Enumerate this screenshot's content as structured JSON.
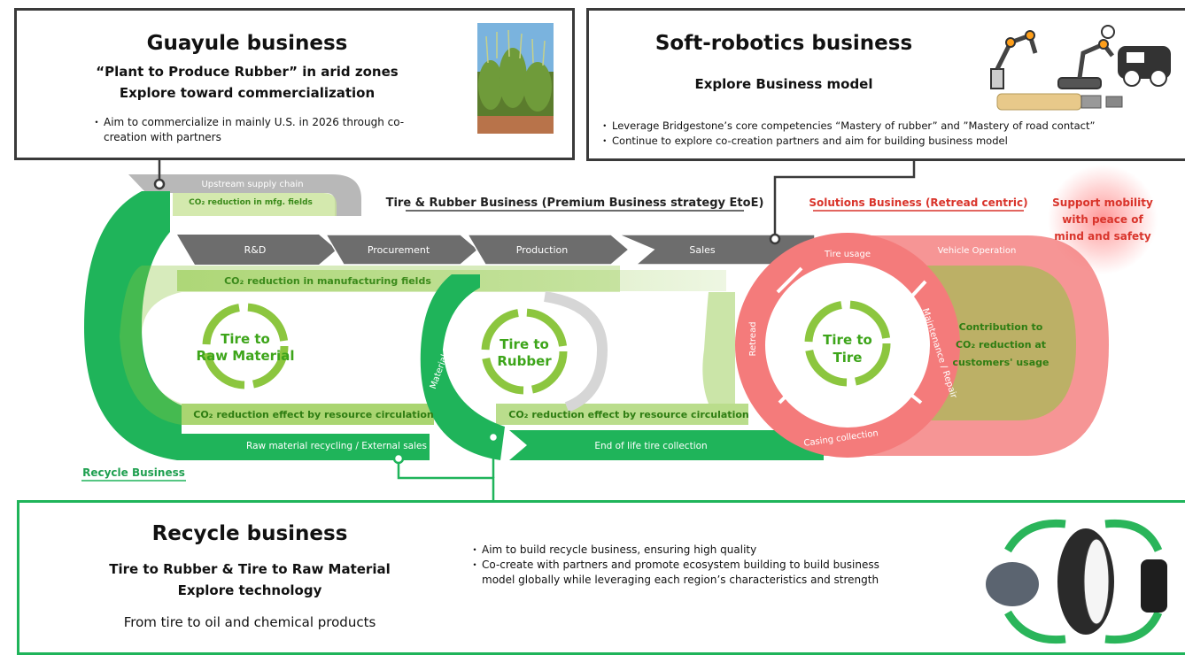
{
  "guayule": {
    "title": "Guayule business",
    "subtitle_1": "“Plant to Produce Rubber” in arid zones",
    "subtitle_2": "Explore toward commercialization",
    "bullet_1": "Aim to commercialize in mainly U.S. in 2026 through co-",
    "bullet_1b": "creation with partners",
    "image": "guayule-plant-photo"
  },
  "softrobotics": {
    "title": "Soft-robotics business",
    "subtitle": "Explore Business model",
    "bullet_1": "Leverage Bridgestone’s core competencies “Mastery of rubber” and ”Mastery of road contact”",
    "bullet_2": "Continue to explore co-creation partners and aim for building business model",
    "image": "robot-arm-and-vehicle-icons"
  },
  "diagram": {
    "upstream_label": "Upstream supply chain",
    "upstream_co2": "CO₂ reduction in mfg. fields",
    "tire_rubber_title": "Tire & Rubber Business (Premium Business strategy EtoE)",
    "solutions_title": "Solutions Business (Retread centric)",
    "support_text_1": "Support mobility",
    "support_text_2": "with peace of",
    "support_text_3": "mind and safety",
    "chain": [
      "R&D",
      "Procurement",
      "Production",
      "Sales"
    ],
    "co2_manufacturing": "CO₂ reduction in manufacturing fields",
    "tire_raw_1": "Tire to",
    "tire_raw_2": "Raw Material",
    "material_recycling": "Material Recycling",
    "tire_rubber_1": "Tire to",
    "tire_rubber_2": "Rubber",
    "tire_tire_1": "Tire to",
    "tire_tire_2": "Tire",
    "tire_usage": "Tire usage",
    "vehicle_operation": "Vehicle Operation",
    "retread": "Retread",
    "maintenance": "Maintenance / Repair",
    "casing_collection": "Casing collection",
    "contribution_1": "Contribution to",
    "contribution_2": "CO₂ reduction at",
    "contribution_3": "customers' usage",
    "co2_circulation_left": "CO₂ reduction effect by resource circulation",
    "co2_circulation_right": "CO₂ reduction effect by resource circulation",
    "raw_material_recycling": "Raw material recycling / External sales",
    "end_of_life": "End of life tire collection",
    "recycle_business": "Recycle Business"
  },
  "recycle": {
    "title": "Recycle business",
    "subtitle_1": "Tire to Rubber & Tire to Raw Material",
    "subtitle_2": "Explore technology",
    "subtitle_3": "From tire to oil and chemical products",
    "bullet_1": "Aim to build recycle business, ensuring high quality",
    "bullet_2": "Co-create with partners and promote ecosystem building to build business",
    "bullet_2b": "model globally while leveraging each region’s characteristics and strength",
    "image": "tire-recycling-cycle-illustration"
  },
  "colors": {
    "green": "#1fb45a",
    "lime": "#8cc63f",
    "red": "#f47b7b",
    "gray": "#6d6d6d"
  }
}
